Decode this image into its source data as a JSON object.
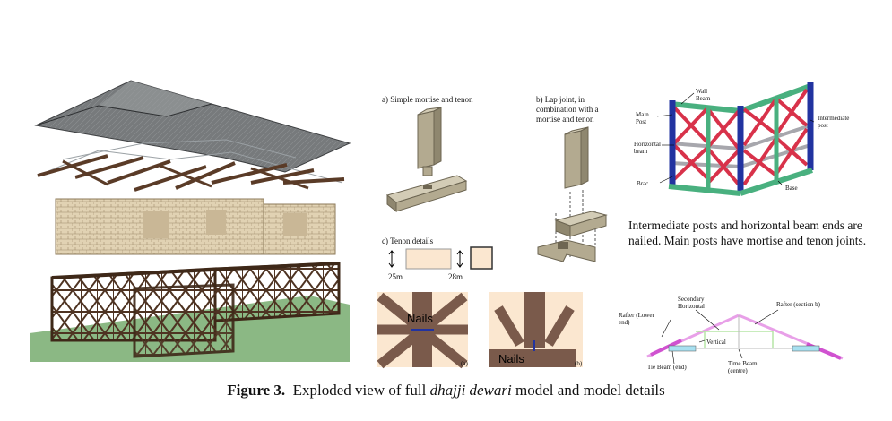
{
  "caption": {
    "figure": "Figure 3.",
    "text_before": "Exploded view of full",
    "italic": "dhajji dewari",
    "text_after": "model and model details"
  },
  "joints": {
    "a_title": "a) Simple mortise and tenon",
    "b_title": "b) Lap joint, in combination with a mortise and tenon",
    "c_title": "c) Tenon details",
    "dim_left": "25m",
    "dim_right": "28m"
  },
  "nails_panels": {
    "label_a": "Nails",
    "label_b": "Nails",
    "tag_a": "(a)",
    "tag_b": "(b)"
  },
  "frame": {
    "wall_beam": "Wall Beam",
    "main_post": "Main Post",
    "horizontal_beam": "Horizontal beam",
    "brace": "Brac",
    "intermediate_post": "Intermediate post",
    "base": "Base",
    "note": "Intermediate posts and horizontal beam ends are nailed. Main posts have mortise and tenon joints."
  },
  "truss": {
    "rafter_lower": "Rafter (Lower end)",
    "secondary_horizontal": "Secondary Horizontal",
    "rafter_b": "Rafter (section b)",
    "vertical": "Vertical",
    "tie_beam_end": "Tie Beam (end)",
    "tie_beam_centre": "Time Beam (centre)"
  },
  "colors": {
    "roof": "#6f7274",
    "timber": "#5a3b27",
    "wall": "#d7c6a8",
    "ground": "#8bb884",
    "joint_wood": "#bcb39b",
    "frame_red": "#d8324a",
    "frame_blue": "#2233a0",
    "frame_green": "#49b07f",
    "frame_grey": "#a7a7ad"
  }
}
